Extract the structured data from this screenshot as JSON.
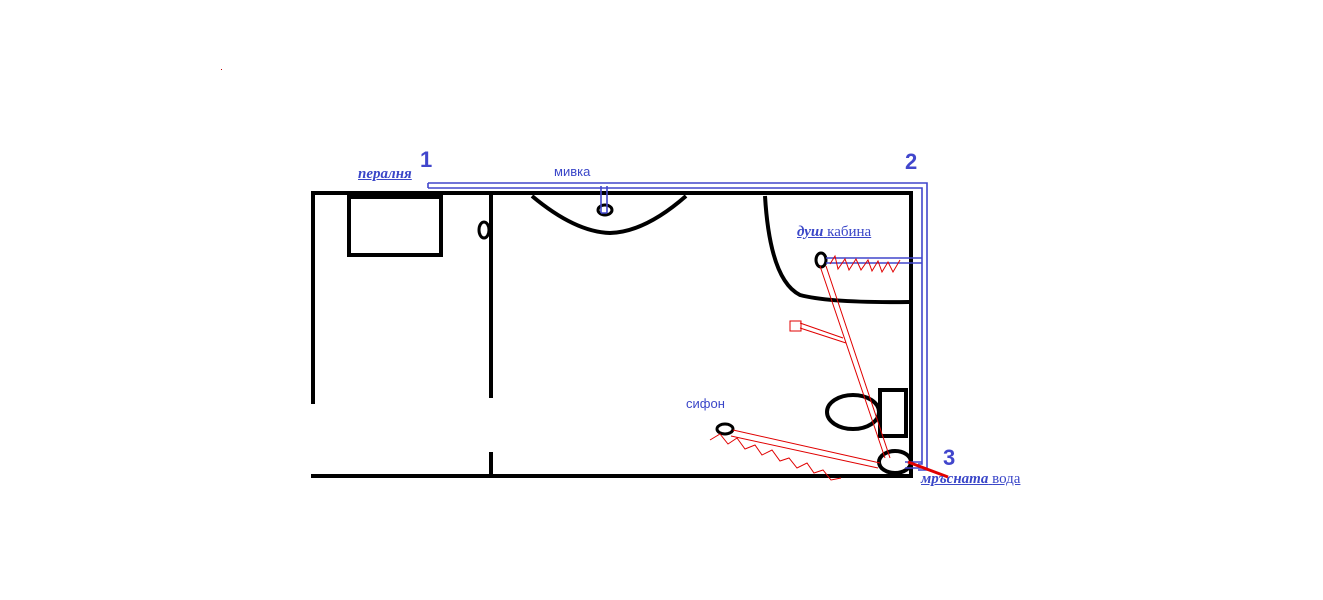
{
  "labels": {
    "laundry_word": "пералня",
    "sink": "мивка",
    "shower_word": "душ",
    "shower_rest": "кабина",
    "siphon": "сифон",
    "waste_word": "мръсната",
    "waste_rest": "вода"
  },
  "points": [
    "1",
    "2",
    "3"
  ],
  "colors": {
    "walls": "#000000",
    "supply_pipe": "#4146cc",
    "drain_pipe": "#e00000"
  }
}
